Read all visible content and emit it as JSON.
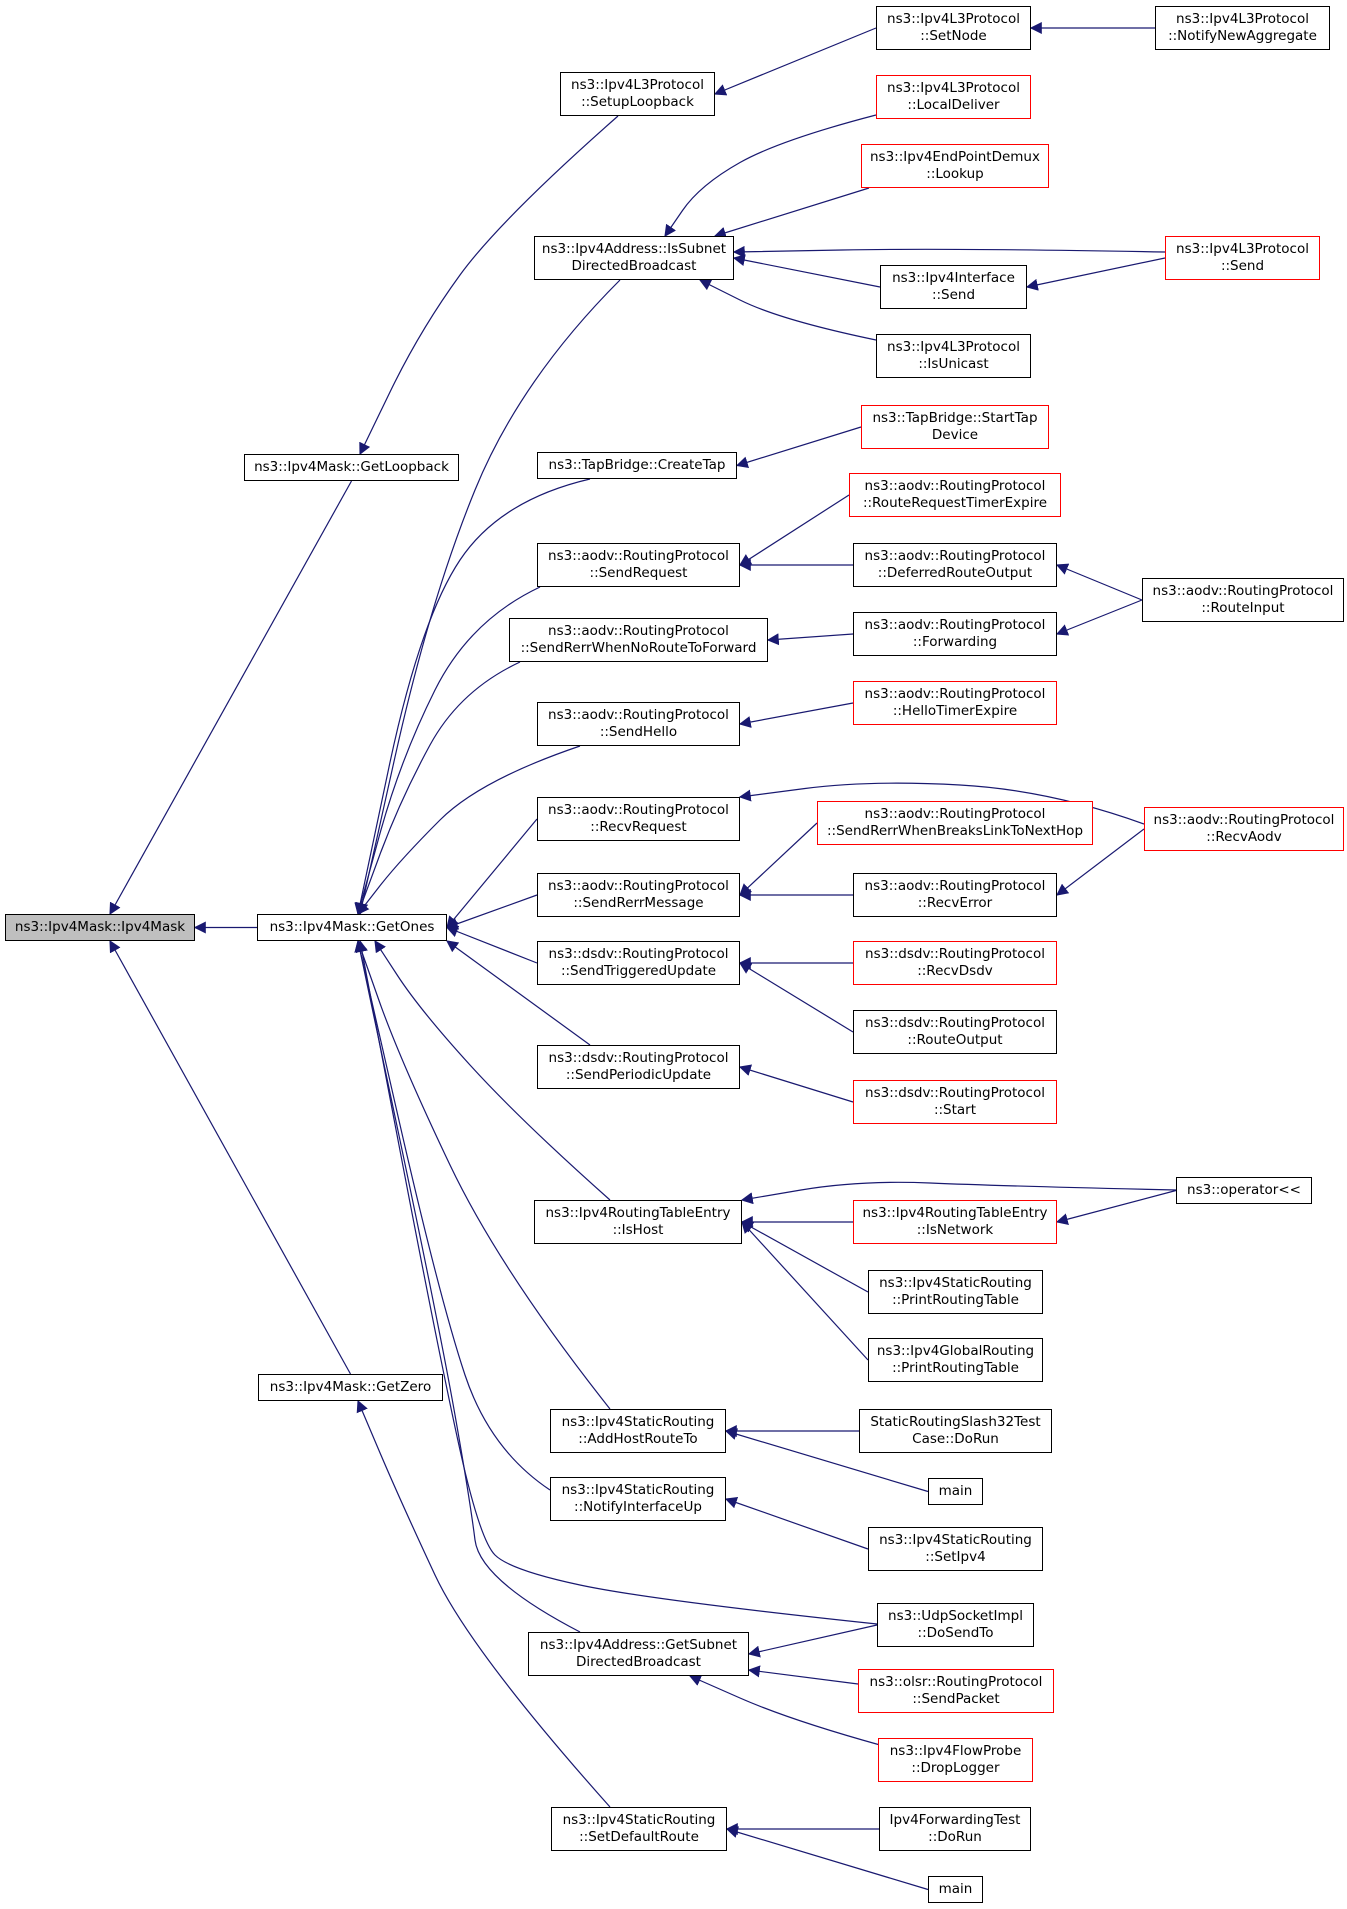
{
  "colors": {
    "edge": "#191970",
    "node_border": "#000000",
    "incomplete_border": "#ff0000",
    "root_fill": "#bfbfbf"
  },
  "nodes": [
    {
      "id": "root",
      "label": "ns3::Ipv4Mask::Ipv4Mask",
      "style": "root"
    },
    {
      "id": "getOnes",
      "label": "ns3::Ipv4Mask::GetOnes",
      "style": "normal"
    },
    {
      "id": "getLoopback",
      "label": "ns3::Ipv4Mask::GetLoopback",
      "style": "normal"
    },
    {
      "id": "getZero",
      "label": "ns3::Ipv4Mask::GetZero",
      "style": "normal"
    },
    {
      "id": "setupLoopback",
      "label": "ns3::Ipv4L3Protocol\n::SetupLoopback",
      "style": "normal"
    },
    {
      "id": "setNode",
      "label": "ns3::Ipv4L3Protocol\n::SetNode",
      "style": "normal"
    },
    {
      "id": "notifyNewAgg",
      "label": "ns3::Ipv4L3Protocol\n::NotifyNewAggregate",
      "style": "normal"
    },
    {
      "id": "localDeliver",
      "label": "ns3::Ipv4L3Protocol\n::LocalDeliver",
      "style": "red"
    },
    {
      "id": "epLookup",
      "label": "ns3::Ipv4EndPointDemux\n::Lookup",
      "style": "red"
    },
    {
      "id": "isSubnetDB",
      "label": "ns3::Ipv4Address::IsSubnet\nDirectedBroadcast",
      "style": "normal"
    },
    {
      "id": "l3Send",
      "label": "ns3::Ipv4L3Protocol\n::Send",
      "style": "red"
    },
    {
      "id": "ifSend",
      "label": "ns3::Ipv4Interface\n::Send",
      "style": "normal"
    },
    {
      "id": "isUnicast",
      "label": "ns3::Ipv4L3Protocol\n::IsUnicast",
      "style": "normal"
    },
    {
      "id": "createTap",
      "label": "ns3::TapBridge::CreateTap",
      "style": "normal"
    },
    {
      "id": "startTap",
      "label": "ns3::TapBridge::StartTap\nDevice",
      "style": "red"
    },
    {
      "id": "rreqTimer",
      "label": "ns3::aodv::RoutingProtocol\n::RouteRequestTimerExpire",
      "style": "red"
    },
    {
      "id": "sendRequest",
      "label": "ns3::aodv::RoutingProtocol\n::SendRequest",
      "style": "normal"
    },
    {
      "id": "deferred",
      "label": "ns3::aodv::RoutingProtocol\n::DeferredRouteOutput",
      "style": "normal"
    },
    {
      "id": "routeInput",
      "label": "ns3::aodv::RoutingProtocol\n::RouteInput",
      "style": "normal"
    },
    {
      "id": "rerrNoRoute",
      "label": "ns3::aodv::RoutingProtocol\n::SendRerrWhenNoRouteToForward",
      "style": "normal"
    },
    {
      "id": "forwarding",
      "label": "ns3::aodv::RoutingProtocol\n::Forwarding",
      "style": "normal"
    },
    {
      "id": "sendHello",
      "label": "ns3::aodv::RoutingProtocol\n::SendHello",
      "style": "normal"
    },
    {
      "id": "helloTimer",
      "label": "ns3::aodv::RoutingProtocol\n::HelloTimerExpire",
      "style": "red"
    },
    {
      "id": "recvRequest",
      "label": "ns3::aodv::RoutingProtocol\n::RecvRequest",
      "style": "normal"
    },
    {
      "id": "rerrBreaks",
      "label": "ns3::aodv::RoutingProtocol\n::SendRerrWhenBreaksLinkToNextHop",
      "style": "red"
    },
    {
      "id": "recvAodv",
      "label": "ns3::aodv::RoutingProtocol\n::RecvAodv",
      "style": "red"
    },
    {
      "id": "sendRerrMsg",
      "label": "ns3::aodv::RoutingProtocol\n::SendRerrMessage",
      "style": "normal"
    },
    {
      "id": "recvError",
      "label": "ns3::aodv::RoutingProtocol\n::RecvError",
      "style": "normal"
    },
    {
      "id": "dsdvTrig",
      "label": "ns3::dsdv::RoutingProtocol\n::SendTriggeredUpdate",
      "style": "normal"
    },
    {
      "id": "recvDsdv",
      "label": "ns3::dsdv::RoutingProtocol\n::RecvDsdv",
      "style": "red"
    },
    {
      "id": "dsdvRouteOut",
      "label": "ns3::dsdv::RoutingProtocol\n::RouteOutput",
      "style": "normal"
    },
    {
      "id": "dsdvPeriodic",
      "label": "ns3::dsdv::RoutingProtocol\n::SendPeriodicUpdate",
      "style": "normal"
    },
    {
      "id": "dsdvStart",
      "label": "ns3::dsdv::RoutingProtocol\n::Start",
      "style": "red"
    },
    {
      "id": "rteIsHost",
      "label": "ns3::Ipv4RoutingTableEntry\n::IsHost",
      "style": "normal"
    },
    {
      "id": "opOut",
      "label": "ns3::operator<<",
      "style": "normal"
    },
    {
      "id": "rteIsNetwork",
      "label": "ns3::Ipv4RoutingTableEntry\n::IsNetwork",
      "style": "red"
    },
    {
      "id": "staticPrint",
      "label": "ns3::Ipv4StaticRouting\n::PrintRoutingTable",
      "style": "normal"
    },
    {
      "id": "globalPrint",
      "label": "ns3::Ipv4GlobalRouting\n::PrintRoutingTable",
      "style": "normal"
    },
    {
      "id": "addHostRoute",
      "label": "ns3::Ipv4StaticRouting\n::AddHostRouteTo",
      "style": "normal"
    },
    {
      "id": "slash32",
      "label": "StaticRoutingSlash32Test\nCase::DoRun",
      "style": "normal"
    },
    {
      "id": "main1",
      "label": "main",
      "style": "normal"
    },
    {
      "id": "notifyIfUp",
      "label": "ns3::Ipv4StaticRouting\n::NotifyInterfaceUp",
      "style": "normal"
    },
    {
      "id": "setIpv4",
      "label": "ns3::Ipv4StaticRouting\n::SetIpv4",
      "style": "normal"
    },
    {
      "id": "udpDoSendTo",
      "label": "ns3::UdpSocketImpl\n::DoSendTo",
      "style": "normal"
    },
    {
      "id": "getSubnetDB",
      "label": "ns3::Ipv4Address::GetSubnet\nDirectedBroadcast",
      "style": "normal"
    },
    {
      "id": "olsrSend",
      "label": "ns3::olsr::RoutingProtocol\n::SendPacket",
      "style": "red"
    },
    {
      "id": "flowDrop",
      "label": "ns3::Ipv4FlowProbe\n::DropLogger",
      "style": "red"
    },
    {
      "id": "setDefault",
      "label": "ns3::Ipv4StaticRouting\n::SetDefaultRoute",
      "style": "normal"
    },
    {
      "id": "fwdTest",
      "label": "Ipv4ForwardingTest\n::DoRun",
      "style": "normal"
    },
    {
      "id": "main2",
      "label": "main",
      "style": "normal"
    }
  ],
  "edges": [
    [
      "getOnes",
      "root"
    ],
    [
      "getLoopback",
      "root"
    ],
    [
      "getZero",
      "root"
    ],
    [
      "setupLoopback",
      "getLoopback"
    ],
    [
      "setNode",
      "setupLoopback"
    ],
    [
      "notifyNewAgg",
      "setNode"
    ],
    [
      "isSubnetDB",
      "getOnes"
    ],
    [
      "localDeliver",
      "isSubnetDB"
    ],
    [
      "epLookup",
      "isSubnetDB"
    ],
    [
      "l3Send",
      "isSubnetDB"
    ],
    [
      "ifSend",
      "isSubnetDB"
    ],
    [
      "isUnicast",
      "isSubnetDB"
    ],
    [
      "l3Send",
      "ifSend"
    ],
    [
      "createTap",
      "getOnes"
    ],
    [
      "startTap",
      "createTap"
    ],
    [
      "sendRequest",
      "getOnes"
    ],
    [
      "rreqTimer",
      "sendRequest"
    ],
    [
      "deferred",
      "sendRequest"
    ],
    [
      "routeInput",
      "deferred"
    ],
    [
      "rerrNoRoute",
      "getOnes"
    ],
    [
      "forwarding",
      "rerrNoRoute"
    ],
    [
      "routeInput",
      "forwarding"
    ],
    [
      "sendHello",
      "getOnes"
    ],
    [
      "helloTimer",
      "sendHello"
    ],
    [
      "recvRequest",
      "getOnes"
    ],
    [
      "recvAodv",
      "recvRequest"
    ],
    [
      "sendRerrMsg",
      "getOnes"
    ],
    [
      "rerrBreaks",
      "sendRerrMsg"
    ],
    [
      "recvError",
      "sendRerrMsg"
    ],
    [
      "recvAodv",
      "recvError"
    ],
    [
      "dsdvTrig",
      "getOnes"
    ],
    [
      "recvDsdv",
      "dsdvTrig"
    ],
    [
      "dsdvRouteOut",
      "dsdvTrig"
    ],
    [
      "dsdvPeriodic",
      "getOnes"
    ],
    [
      "dsdvStart",
      "dsdvPeriodic"
    ],
    [
      "rteIsHost",
      "getOnes"
    ],
    [
      "opOut",
      "rteIsHost"
    ],
    [
      "rteIsNetwork",
      "rteIsHost"
    ],
    [
      "opOut",
      "rteIsNetwork"
    ],
    [
      "staticPrint",
      "rteIsHost"
    ],
    [
      "globalPrint",
      "rteIsHost"
    ],
    [
      "addHostRoute",
      "getOnes"
    ],
    [
      "slash32",
      "addHostRoute"
    ],
    [
      "main1",
      "addHostRoute"
    ],
    [
      "notifyIfUp",
      "getOnes"
    ],
    [
      "setIpv4",
      "notifyIfUp"
    ],
    [
      "udpDoSendTo",
      "getOnes"
    ],
    [
      "getSubnetDB",
      "getOnes"
    ],
    [
      "udpDoSendTo",
      "getSubnetDB"
    ],
    [
      "olsrSend",
      "getSubnetDB"
    ],
    [
      "flowDrop",
      "getSubnetDB"
    ],
    [
      "setDefault",
      "getZero"
    ],
    [
      "fwdTest",
      "setDefault"
    ],
    [
      "main2",
      "setDefault"
    ]
  ]
}
